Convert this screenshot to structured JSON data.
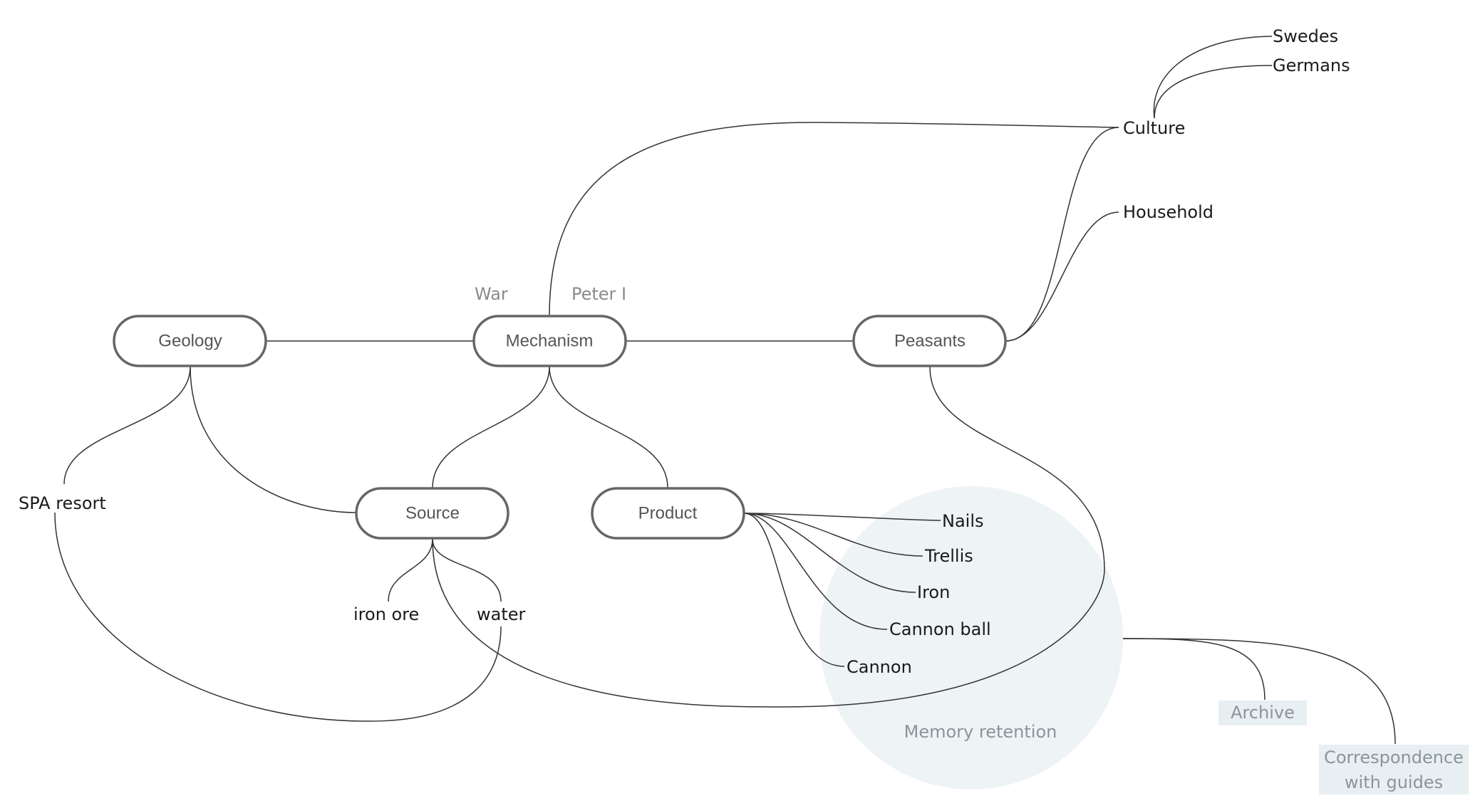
{
  "nodes": {
    "geology": "Geology",
    "mechanism": "Mechanism",
    "peasants": "Peasants",
    "source": "Source",
    "product": "Product"
  },
  "labels": {
    "war": "War",
    "peter": "Peter I",
    "culture": "Culture",
    "swedes": "Swedes",
    "germans": "Germans",
    "household": "Household",
    "spa_resort": "SPA resort",
    "iron_ore": "iron ore",
    "water": "water",
    "nails": "Nails",
    "trellis": "Trellis",
    "iron": "Iron",
    "cannon_ball": "Cannon ball",
    "cannon": "Cannon"
  },
  "memory_retention": {
    "title": "Memory retention",
    "archive": "Archive",
    "correspondence_line1": "Correspondence",
    "correspondence_line2": "with guides"
  },
  "colors": {
    "node_stroke": "#666666",
    "link": "#333333",
    "bubble": "#eef3f5",
    "muted_text": "#8a8a8a"
  }
}
